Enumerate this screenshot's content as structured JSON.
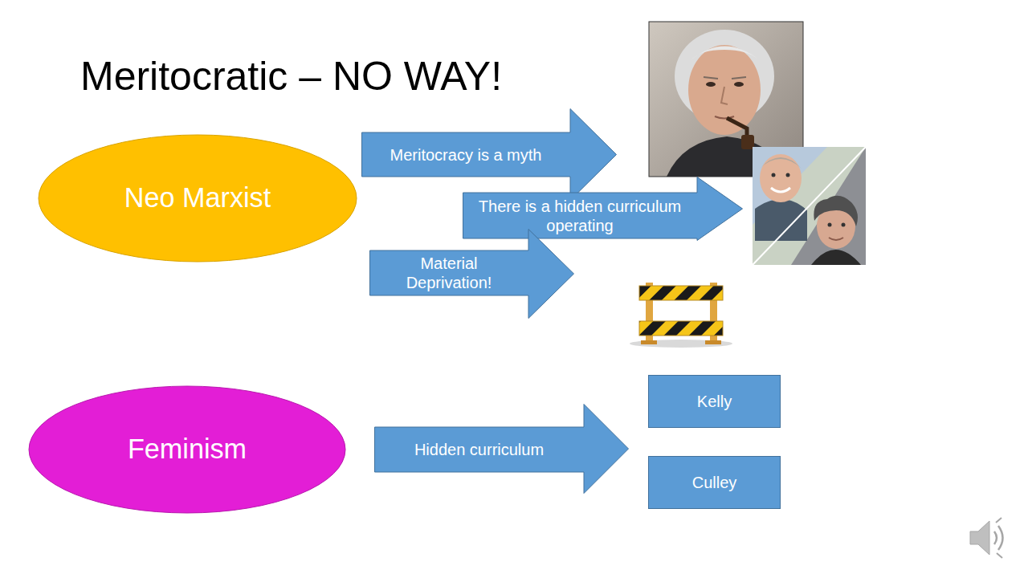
{
  "diagram": {
    "title": "Meritocratic – NO WAY!",
    "nodes": [
      {
        "text": [
          "Neo Marxist"
        ]
      },
      {
        "text": [
          "Meritocracy is a myth"
        ]
      },
      {
        "text": [
          "There is a hidden curriculum operating"
        ]
      },
      {
        "text": [
          "Material Deprivation!"
        ]
      },
      {
        "text": [
          "Feminism"
        ]
      },
      {
        "text": [
          "Hidden curriculum"
        ]
      },
      {
        "text": [
          "Kelly"
        ]
      },
      {
        "text": [
          "Culley"
        ]
      }
    ]
  }
}
